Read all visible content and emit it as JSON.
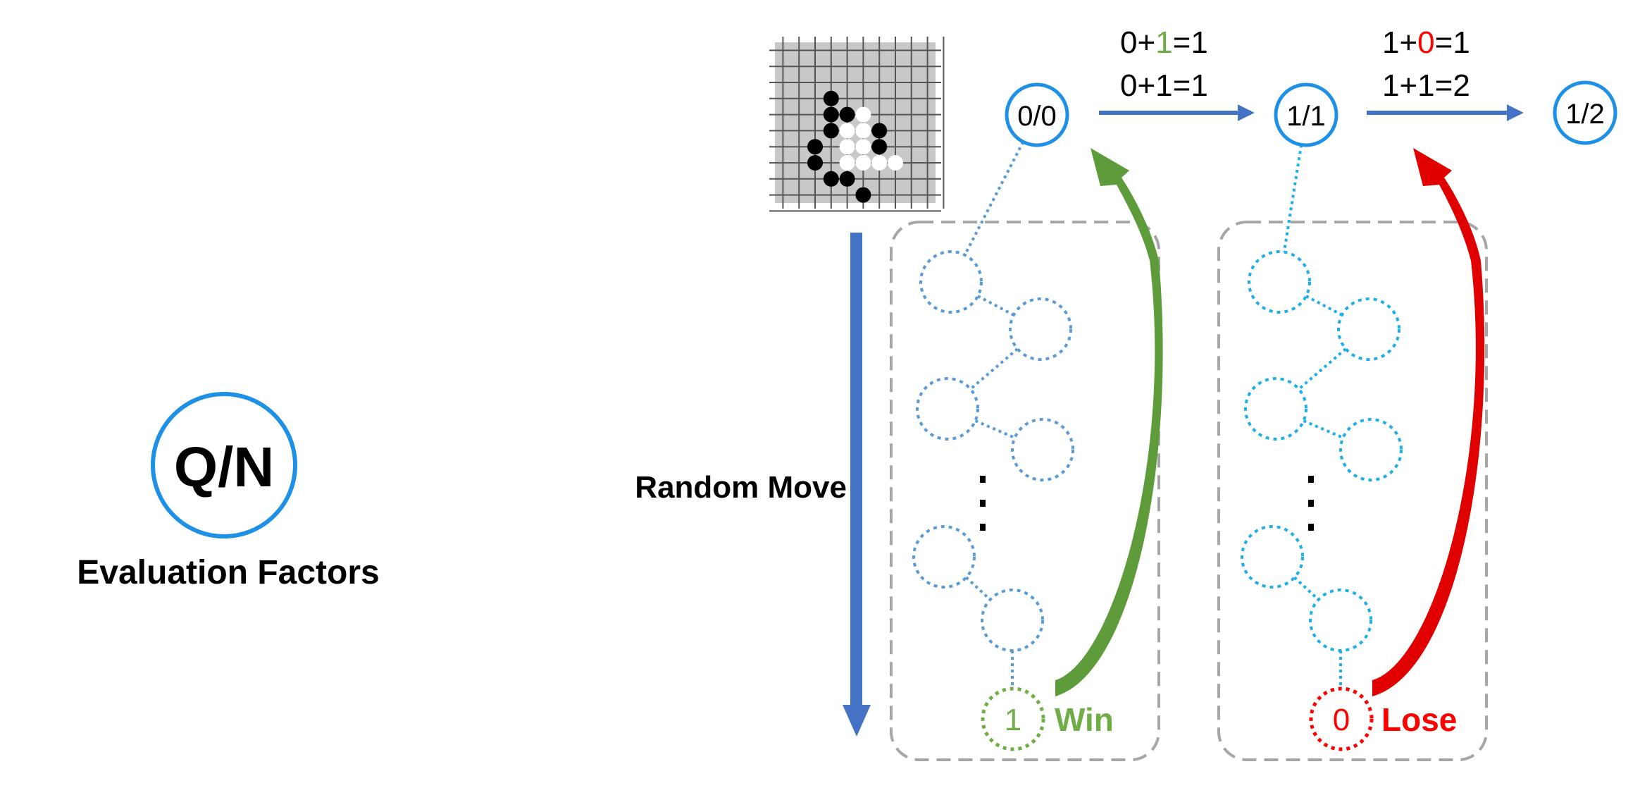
{
  "legend": {
    "node_label": "Q/N",
    "caption": "Evaluation Factors"
  },
  "random_move_label": "Random Move",
  "top_nodes": [
    "0/0",
    "1/1",
    "1/2"
  ],
  "equations": {
    "first": {
      "line1": {
        "a": "0+",
        "b": "1",
        "c": "=1",
        "b_color": "#70AD47"
      },
      "line2": "0+1=1"
    },
    "second": {
      "line1": {
        "a": "1+",
        "b": "0",
        "c": "=1",
        "b_color": "#FF0000"
      },
      "line2": "1+1=2"
    }
  },
  "simulations": [
    {
      "result_value": "1",
      "result_label": "Win",
      "color": "#70AD47",
      "arrow_color": "#5E9B3A",
      "node_color": "#5B9BD5"
    },
    {
      "result_value": "0",
      "result_label": "Lose",
      "color": "#FF0000",
      "arrow_color": "#E00000",
      "node_color": "#1EAEE8"
    }
  ],
  "colors": {
    "node_border": "#1E90E6",
    "blue_arrow": "#4472C4",
    "box_border": "#A6A6A6"
  },
  "board": {
    "black_stones": [
      [
        3,
        3
      ],
      [
        3,
        4
      ],
      [
        3,
        5
      ],
      [
        2,
        6
      ],
      [
        2,
        7
      ],
      [
        3,
        8
      ],
      [
        4,
        4
      ],
      [
        4,
        8
      ],
      [
        5,
        9
      ],
      [
        6,
        5
      ],
      [
        6,
        6
      ]
    ],
    "white_stones": [
      [
        4,
        5
      ],
      [
        4,
        6
      ],
      [
        4,
        7
      ],
      [
        5,
        4
      ],
      [
        5,
        5
      ],
      [
        5,
        6
      ],
      [
        5,
        7
      ],
      [
        6,
        7
      ],
      [
        7,
        7
      ]
    ]
  }
}
